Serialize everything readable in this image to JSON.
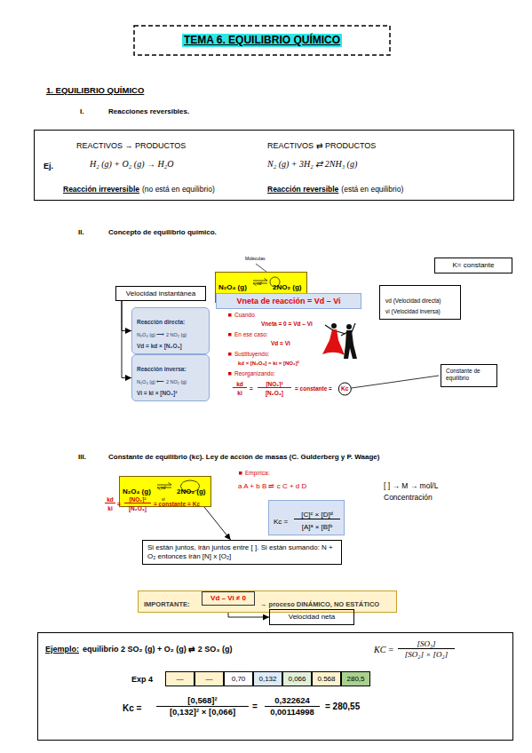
{
  "diagram": {
    "title": "TEMA 6. EQUILIBRIO QUÍMICO",
    "nodes": [
      {
        "text": [
          "REACTIVOS → PRODUCTOS",
          "REACTIVOS ⇄ PRODUCTOS",
          "Ej.",
          "H₂ (g) + O₂ (g) → H₂O",
          "N₂ (g) + 3H₂ ⇄ 2NH₃ (g)",
          "Reacción irreversible",
          "(no está en equilibrio)",
          "Reacción reversible",
          "(está en equilibrio)"
        ]
      },
      {
        "text": [
          "N₂O₄ (g)",
          "vd",
          "vi",
          "2NO₂ (g)"
        ]
      },
      {
        "text": [
          "K= constante"
        ]
      },
      {
        "text": [
          "Velocidad instantánea"
        ]
      },
      {
        "text": [
          "Reacción directa:",
          "N₂O₄ (g) ⟶ 2 NO₂ (g)",
          "Vd = kd × [N₂O₄]"
        ]
      },
      {
        "text": [
          "Reacción inversa:",
          "N₂O₄ (g) ⟵ 2 NO₂ (g)",
          "Vi = ki × [NO₂]²"
        ]
      },
      {
        "text": [
          "Vneta de reacción = Vd – Vi"
        ]
      },
      {
        "text": [
          "vd (Velocidad directa)",
          "vi (Velocidad inversa)"
        ]
      },
      {
        "text": [
          "Constante de equilibrio"
        ]
      },
      {
        "text": [
          "N₂O₄ (g)",
          "vd",
          "vi",
          "2NO₂ (g)"
        ]
      },
      {
        "text": [
          "Kc =",
          "[C]ᶜ × [D]ᵈ",
          "[A]ᵃ × [B]ᵇ"
        ]
      },
      {
        "text": [
          "Si están juntos, irán juntos entre [ ]. Si están sumando: N + O₂ entonces irán [N] x [O₂]"
        ]
      },
      {
        "text": [
          "IMPORTANTE:",
          "→ proceso DINÁMICO, NO ESTÁTICO"
        ]
      },
      {
        "text": [
          "Vd – Vi ≠ 0"
        ],
        "in": 12
      },
      {
        "text": [
          "Velocidad neta"
        ]
      },
      {
        "text": [
          "Ejemplo:",
          "equilibrio 2 SO₂ (g) + O₂ (g) ⇄ 2 SO₃ (g)",
          "KC =",
          "[SO₃]",
          "[SO₂] × [O₂]"
        ]
      }
    ],
    "edges": [
      {
        "from": 3,
        "to": 4,
        "arrow": "to"
      },
      {
        "from": 3,
        "to": 5,
        "arrow": "to"
      },
      {
        "from": 9,
        "to": 11,
        "arrow": "to"
      },
      {
        "from": 13,
        "to": 14,
        "arrow": "to"
      }
    ],
    "labels": [
      "1. EQUILIBRIO QUÍMICO",
      "I.",
      "Reacciones reversibles.",
      "II.",
      "Concepto de equilibrio químico.",
      "Moléculas",
      "Cuando",
      "Vneta = 0 = Vd – Vi",
      "En ese caso:",
      "Vd = Vi",
      "Sustituyendo:",
      "kd × [N₂O₄] = ki × [NO₂]²",
      "Reorganizando:",
      "kd",
      "ki",
      "=",
      "[NO₂]²",
      "[N₂O₄]",
      "= constante =",
      "Kc",
      "III.",
      "Constante de equilibrio (kc). Ley de acción de masas (C. Gulderberg y P. Waage)",
      "kd",
      "ki",
      "=",
      "[NO₂]²",
      "[N₂O₄]",
      "= constante = Kc",
      "Empírica:",
      "a A + b B ⇌ c C + d D",
      "[ ] → M → mol/L",
      "Concentración",
      "Exp 4",
      "—",
      "—",
      "0,70",
      "0,132",
      "0,066",
      "0.568",
      "280,5",
      "Kc =",
      "[0,568]²",
      "[0,132]² × [0,066]",
      "=",
      "0,322624",
      "0,00114998",
      "= 280,55"
    ]
  }
}
